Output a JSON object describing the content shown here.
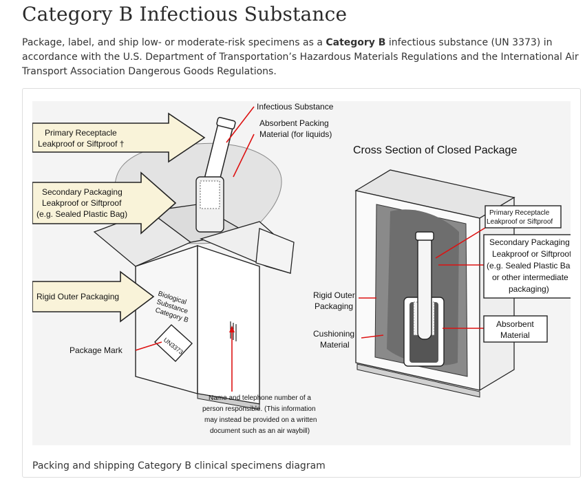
{
  "page": {
    "title": "Category B Infectious Substance",
    "intro": {
      "before": "Package, label, and ship low- or moderate-risk specimens as a ",
      "bold": "Category B",
      "after": " infectious substance (UN 3373) in accordance with the U.S. Department of Transportation’s Hazardous Materials Regulations and the International Air Transport Association Dangerous Goods Regulations."
    },
    "caption": "Packing and shipping Category B clinical specimens diagram"
  },
  "diagram": {
    "callouts": {
      "primary": {
        "line1": "Primary Receptacle",
        "line2": "Leakproof or Siftproof †"
      },
      "secondary": {
        "line1": "Secondary Packaging",
        "line2": "Leakproof or Siftproof",
        "line3": "(e.g. Sealed Plastic Bag)"
      },
      "rigid": {
        "line1": "Rigid Outer Packaging"
      }
    },
    "labels": {
      "infectious": "Infectious Substance",
      "absorbent1": "Absorbent Packing",
      "absorbent2": "Material (for liquids)",
      "package_mark": "Package Mark",
      "name_note": [
        "Name and telephone number of a",
        "person responsible. (This information",
        "may instead be provided on a written",
        "document such as an air waybill)"
      ],
      "box_side": [
        "Biological",
        "Substance",
        "Category B"
      ],
      "un_mark": "UN3373"
    },
    "cross_section": {
      "title": "Cross Section of Closed Package",
      "rigid": [
        "Rigid Outer",
        "Packaging"
      ],
      "cushioning": [
        "Cushioning",
        "Material"
      ],
      "primary": [
        "Primary Receptacle",
        "Leakproof or Siftproof"
      ],
      "secondary": [
        "Secondary Packaging",
        "Leakproof or Siftproof",
        "(e.g. Sealed Plastic Bag",
        "or other intermediate",
        "packaging)"
      ],
      "absorbent": [
        "Absorbent",
        "Material"
      ]
    }
  }
}
